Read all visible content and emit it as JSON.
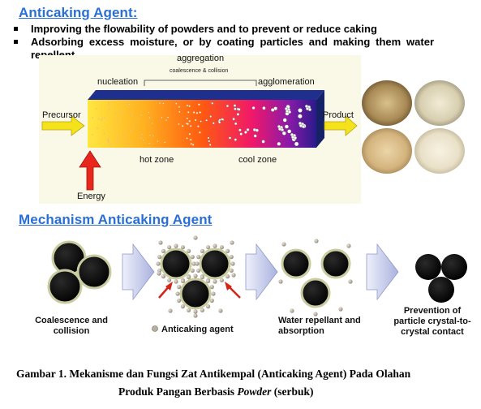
{
  "section1": {
    "title": "Anticaking Agent:",
    "bullets": [
      "Improving the flowability of powders and to prevent or reduce caking",
      "Adsorbing excess moisture, or by coating particles and making them water",
      "repellent"
    ]
  },
  "process_diagram": {
    "labels": {
      "aggregation": "aggregation",
      "coalescence": "coalescence & collision",
      "nucleation": "nucleation",
      "agglomeration": "agglomeration",
      "precursor": "Precursor",
      "product": "Product",
      "hot_zone": "hot zone",
      "cool_zone": "cool zone",
      "energy": "Energy"
    },
    "colors": {
      "background": "#faf8e6",
      "arrow_yellow": "#f4e21a",
      "arrow_red": "#e8261c",
      "tube_top": "#1e2f8e"
    }
  },
  "section2": {
    "title": "Mechanism Anticaking Agent",
    "stages": [
      "Coalescence and collision",
      "Anticaking agent",
      "Water repellant and absorption",
      "Prevention of particle crystal-to-crystal contact"
    ]
  },
  "caption": {
    "line1": "Gambar 1. Mekanisme dan Fungsi Zat Antikempal (Anticaking Agent) Pada Olahan",
    "line2_before": "Produk Pangan Berbasis ",
    "line2_italic": "Powder",
    "line2_after": " (serbuk)"
  }
}
